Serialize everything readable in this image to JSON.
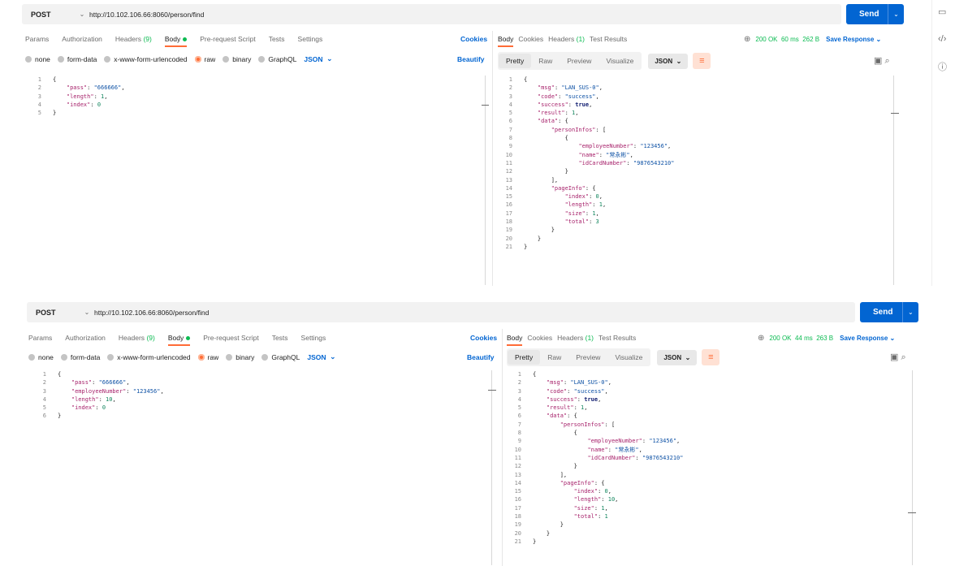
{
  "top": {
    "method": "POST",
    "url": "http://10.102.106.66:8060/person/find",
    "send": "Send",
    "request_tabs": [
      "Params",
      "Authorization",
      "Headers",
      "Body",
      "Pre-request Script",
      "Tests",
      "Settings"
    ],
    "headers_count": "(9)",
    "cookies": "Cookies",
    "body_options": [
      "none",
      "form-data",
      "x-www-form-urlencoded",
      "raw",
      "binary",
      "GraphQL"
    ],
    "body_format": "JSON",
    "beautify": "Beautify",
    "response_tabs": [
      "Body",
      "Cookies",
      "Headers",
      "Test Results"
    ],
    "resp_headers_count": "(1)",
    "status": "200 OK",
    "time": "60 ms",
    "size": "262 B",
    "save_response": "Save Response",
    "view_tabs": [
      "Pretty",
      "Raw",
      "Preview",
      "Visualize"
    ],
    "view_format": "JSON",
    "req_lines": [
      "1",
      "2",
      "3",
      "4",
      "5"
    ],
    "resp_lines": [
      "1",
      "2",
      "3",
      "4",
      "5",
      "6",
      "7",
      "8",
      "9",
      "10",
      "11",
      "12",
      "13",
      "14",
      "15",
      "16",
      "17",
      "18",
      "19",
      "20",
      "21"
    ]
  },
  "bottom": {
    "method": "POST",
    "url": "http://10.102.106.66:8060/person/find",
    "send": "Send",
    "request_tabs": [
      "Params",
      "Authorization",
      "Headers",
      "Body",
      "Pre-request Script",
      "Tests",
      "Settings"
    ],
    "headers_count": "(9)",
    "cookies": "Cookies",
    "body_options": [
      "none",
      "form-data",
      "x-www-form-urlencoded",
      "raw",
      "binary",
      "GraphQL"
    ],
    "body_format": "JSON",
    "beautify": "Beautify",
    "response_tabs": [
      "Body",
      "Cookies",
      "Headers",
      "Test Results"
    ],
    "resp_headers_count": "(1)",
    "status": "200 OK",
    "time": "44 ms",
    "size": "263 B",
    "save_response": "Save Response",
    "view_tabs": [
      "Pretty",
      "Raw",
      "Preview",
      "Visualize"
    ],
    "view_format": "JSON",
    "req_lines": [
      "1",
      "2",
      "3",
      "4",
      "5",
      "6"
    ],
    "resp_lines": [
      "1",
      "2",
      "3",
      "4",
      "5",
      "6",
      "7",
      "8",
      "9",
      "10",
      "11",
      "12",
      "13",
      "14",
      "15",
      "16",
      "17",
      "18",
      "19",
      "20",
      "21"
    ]
  },
  "code": {
    "pass_key": "\"pass\"",
    "pass_val": "\"666666\"",
    "emp_key": "\"employeeNumber\"",
    "emp_val": "\"123456\"",
    "length_key": "\"length\"",
    "index_key": "\"index\"",
    "msg_key": "\"msg\"",
    "msg_val": "\"LAN_SUS-0\"",
    "code_key": "\"code\"",
    "code_val": "\"success\"",
    "success_key": "\"success\"",
    "success_val": "true",
    "result_key": "\"result\"",
    "data_key": "\"data\"",
    "personInfos_key": "\"personInfos\"",
    "name_key": "\"name\"",
    "name_val": "\"常永彬\"",
    "idcard_key": "\"idCardNumber\"",
    "idcard_val": "\"9876543210\"",
    "pageInfo_key": "\"pageInfo\"",
    "size_key": "\"size\"",
    "total_key": "\"total\""
  },
  "values": {
    "top_req_length": "1",
    "top_req_index": "0",
    "top_result": "1",
    "top_page_index": "0",
    "top_page_length": "1",
    "top_page_size": "1",
    "top_page_total": "3",
    "bot_req_length": "10",
    "bot_req_index": "0",
    "bot_result": "1",
    "bot_page_index": "0",
    "bot_page_length": "10",
    "bot_page_size": "1",
    "bot_page_total": "1"
  },
  "colors": {
    "accent": "#ff6c37",
    "send": "#0265d2",
    "ok": "#0cbb52"
  },
  "icons": [
    "chevron-down-icon",
    "globe-icon",
    "copy-icon",
    "search-icon",
    "wrap-lines-icon",
    "comment-icon",
    "code-icon",
    "info-icon"
  ]
}
